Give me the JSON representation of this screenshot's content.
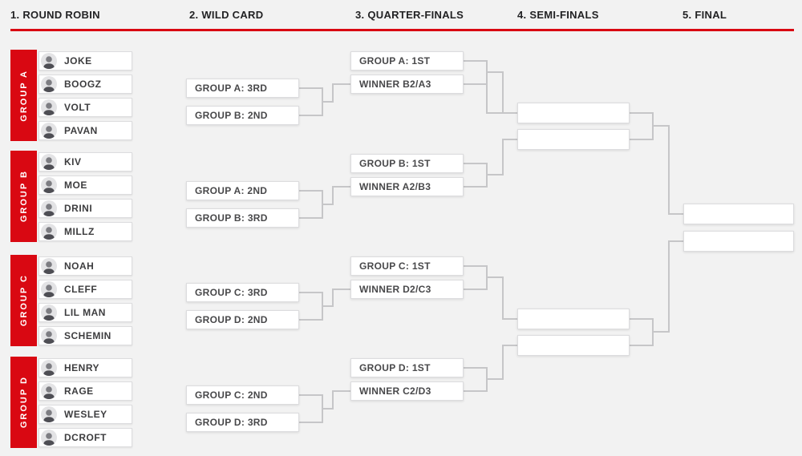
{
  "columns": [
    {
      "label": "1. ROUND ROBIN"
    },
    {
      "label": "2. WILD CARD"
    },
    {
      "label": "3. QUARTER-FINALS"
    },
    {
      "label": "4. SEMI-FINALS"
    },
    {
      "label": "5. FINAL"
    }
  ],
  "groups": [
    {
      "name": "GROUP A",
      "players": [
        {
          "name": "JOKE"
        },
        {
          "name": "BOOGZ"
        },
        {
          "name": "VOLT"
        },
        {
          "name": "PAVAN"
        }
      ]
    },
    {
      "name": "GROUP B",
      "players": [
        {
          "name": "KIV"
        },
        {
          "name": "MOE"
        },
        {
          "name": "DRINI"
        },
        {
          "name": "MILLZ"
        }
      ]
    },
    {
      "name": "GROUP C",
      "players": [
        {
          "name": "NOAH"
        },
        {
          "name": "CLEFF"
        },
        {
          "name": "LIL MAN"
        },
        {
          "name": "SCHEMIN"
        }
      ]
    },
    {
      "name": "GROUP D",
      "players": [
        {
          "name": "HENRY"
        },
        {
          "name": "RAGE"
        },
        {
          "name": "WESLEY"
        },
        {
          "name": "DCROFT"
        }
      ]
    }
  ],
  "wildcard": [
    {
      "top": "GROUP A: 3RD",
      "bottom": "GROUP B: 2ND"
    },
    {
      "top": "GROUP A: 2ND",
      "bottom": "GROUP B: 3RD"
    },
    {
      "top": "GROUP C: 3RD",
      "bottom": "GROUP D: 2ND"
    },
    {
      "top": "GROUP C: 2ND",
      "bottom": "GROUP D: 3RD"
    }
  ],
  "quarterfinals": [
    {
      "top": "GROUP A: 1ST",
      "bottom": "WINNER B2/A3"
    },
    {
      "top": "GROUP B: 1ST",
      "bottom": "WINNER A2/B3"
    },
    {
      "top": "GROUP C: 1ST",
      "bottom": "WINNER D2/C3"
    },
    {
      "top": "GROUP D: 1ST",
      "bottom": "WINNER C2/D3"
    }
  ],
  "semifinals": [
    {
      "label": ""
    },
    {
      "label": ""
    },
    {
      "label": ""
    },
    {
      "label": ""
    }
  ],
  "final": [
    {
      "label": ""
    },
    {
      "label": ""
    }
  ],
  "colors": {
    "accent_red": "#d90812",
    "connector_gray": "#c6c6c8",
    "background": "#f2f2f2",
    "slot_border": "#dcdcde",
    "text_dark": "#3d3d3f"
  }
}
